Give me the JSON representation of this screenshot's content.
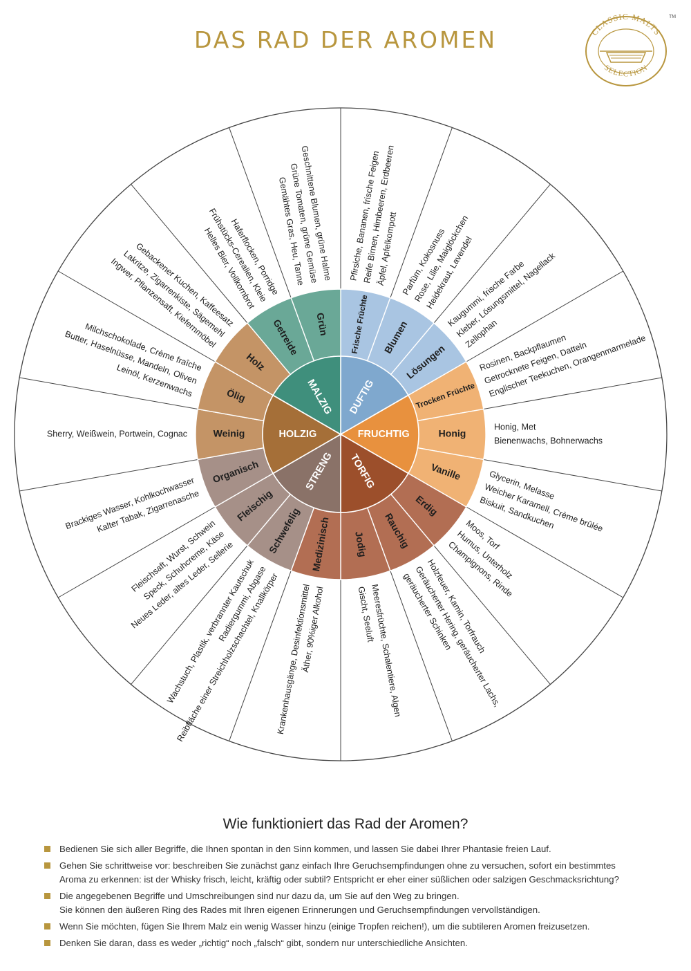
{
  "title": "DAS RAD DER AROMEN",
  "logo": {
    "top_text": "CLASSIC MALTS",
    "bottom_text": "SELECTION",
    "trademark": "TM",
    "color": "#b8963e"
  },
  "colors": {
    "gold": "#b8963e",
    "line": "#444444"
  },
  "wheel": {
    "center_categories": [
      {
        "label": "DUFTIG",
        "color": "#7fa8ce"
      },
      {
        "label": "FRUCHTIG",
        "color": "#e8913e"
      },
      {
        "label": "TORFIG",
        "color": "#9c4f2b"
      },
      {
        "label": "STRENG",
        "color": "#8a7268"
      },
      {
        "label": "HOLZIG",
        "color": "#a56f38"
      },
      {
        "label": "MALZIG",
        "color": "#3f8f7c"
      }
    ],
    "middle_ring": [
      {
        "label": "Frische Früchte",
        "color": "#a9c5e2"
      },
      {
        "label": "Blumen",
        "color": "#a9c5e2"
      },
      {
        "label": "Lösungen",
        "color": "#a9c5e2"
      },
      {
        "label": "Trocken Früchte",
        "color": "#f0b274"
      },
      {
        "label": "Honig",
        "color": "#f0b274"
      },
      {
        "label": "Vanille",
        "color": "#f0b274"
      },
      {
        "label": "Erdig",
        "color": "#b26e53"
      },
      {
        "label": "Rauchig",
        "color": "#b26e53"
      },
      {
        "label": "Jodig",
        "color": "#b26e53"
      },
      {
        "label": "Medizinisch",
        "color": "#b26e53"
      },
      {
        "label": "Schwefelig",
        "color": "#a69088"
      },
      {
        "label": "Fleischig",
        "color": "#a69088"
      },
      {
        "label": "Organisch",
        "color": "#a69088"
      },
      {
        "label": "Weinig",
        "color": "#c49466"
      },
      {
        "label": "Ölig",
        "color": "#c49466"
      },
      {
        "label": "Holz",
        "color": "#c49466"
      },
      {
        "label": "Getreide",
        "color": "#6aa897"
      },
      {
        "label": "Grün",
        "color": "#6aa897"
      }
    ],
    "outer_ring": [
      {
        "lines": [
          "Pfirsiche, Bananen, frische Feigen",
          "Reife Birnen, Himbeeren, Erdbeeren",
          "Äpfel, Apfelkompott"
        ]
      },
      {
        "lines": [
          "Parfüm, Kokosnuss",
          "Rose, Lilie, Maiglöckchen",
          "Heidekraut, Lavendel"
        ]
      },
      {
        "lines": [
          "Kaugummi, frische Farbe",
          "Kleber, Lösungsmittel, Nagellack",
          "Zellophan"
        ]
      },
      {
        "lines": [
          "Rosinen, Backpflaumen",
          "Getrocknete Feigen, Datteln",
          "Englischer Teekuchen, Orangenmarmelade"
        ]
      },
      {
        "lines": [
          "Honig, Met",
          "Bienenwachs, Bohnerwachs"
        ]
      },
      {
        "lines": [
          "Glycerin, Melasse",
          "Weicher Karamell, Crème brûlée",
          "Biskuit, Sandkuchen"
        ]
      },
      {
        "lines": [
          "Moos, Torf",
          "Humus, Unterholz",
          "Champignons, Rinde"
        ]
      },
      {
        "lines": [
          "Holzfeuer, Kamin, Torfrauch",
          "Geräucherter Hering, geräucherter Lachs,",
          "geräucherter Schinken"
        ]
      },
      {
        "lines": [
          "Meeresfrüchte, Schalentiere, Algen",
          "Gischt, Seeluft"
        ]
      },
      {
        "lines": [
          "Krankenhausgänge, Desinfektionsmittel",
          "Äther, 90%iger Alkohol"
        ]
      },
      {
        "lines": [
          "Wachstuch, Plastik, verbrannter Kautschuk",
          "Radiergummi, Abgase",
          "Reibfläche einer Streichholzschachtel, Knallkörper"
        ]
      },
      {
        "lines": [
          "Fleischsaft, Wurst, Schwein",
          "Speck, Schuhcreme, Käse",
          "Neues Leder, altes Leder, Sellerie"
        ]
      },
      {
        "lines": [
          "Brackiges Wasser, Kohlkochwasser",
          "Kalter Tabak, Zigarrenasche"
        ]
      },
      {
        "lines": [
          "Sherry, Weißwein, Portwein, Cognac"
        ]
      },
      {
        "lines": [
          "Milchschokolade, Crème fraîche",
          "Butter, Haselnüsse, Mandeln, Oliven",
          "Leinöl, Kerzenwachs"
        ]
      },
      {
        "lines": [
          "Gebackener Kuchen, Kaffeesatz",
          "Lakritze, Zigarrenkiste, Sägemehl",
          "Ingwer, Pflanzensaft, Kiefernmöbel"
        ]
      },
      {
        "lines": [
          "Haferflocken, Porridge",
          "Frühstücks-Cerealien, Kleie",
          "Helles Bier, Vollkornbrot"
        ]
      },
      {
        "lines": [
          "Geschnittene Blumen, grüne Halme",
          "Grüne Tomaten, grüne Gemüse",
          "Gemähtes Gras, Heu, Tanne"
        ]
      }
    ]
  },
  "instructions": {
    "title": "Wie funktioniert das Rad der Aromen?",
    "items": [
      {
        "lines": [
          "Bedienen Sie sich aller Begriffe, die Ihnen spontan in den Sinn kommen, und lassen Sie dabei Ihrer Phantasie freien Lauf."
        ]
      },
      {
        "lines": [
          "Gehen Sie schrittweise vor: beschreiben Sie zunächst ganz einfach Ihre Geruchsempfindungen ohne zu versuchen, sofort ein bestimmtes",
          "Aroma zu erkennen: ist der Whisky frisch, leicht, kräftig oder subtil? Entspricht er eher einer süßlichen oder salzigen Geschmacksrichtung?"
        ]
      },
      {
        "lines": [
          "Die angegebenen Begriffe und Umschreibungen sind nur dazu da, um Sie auf den Weg zu bringen.",
          "Sie können den äußeren Ring des Rades mit Ihren eigenen Erinnerungen und Geruchsempfindungen vervollständigen."
        ]
      },
      {
        "lines": [
          "Wenn Sie möchten, fügen Sie Ihrem Malz ein wenig Wasser  hinzu (einige Tropfen reichen!), um die subtileren Aromen freizusetzen."
        ]
      },
      {
        "lines": [
          "Denken Sie daran, dass es weder „richtig“ noch „falsch“ gibt, sondern nur unterschiedliche Ansichten."
        ]
      }
    ]
  }
}
